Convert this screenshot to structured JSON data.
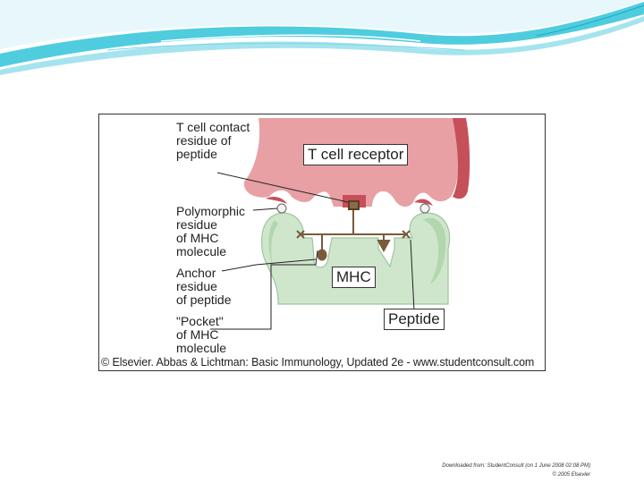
{
  "figure": {
    "labels": {
      "tcell_contact": "T cell contact\nresidue of\npeptide",
      "polymorphic": "Polymorphic\nresidue\nof MHC\nmolecule",
      "anchor": "Anchor\nresidue\nof peptide",
      "pocket": "\"Pocket\"\nof MHC\nmolecule"
    },
    "boxes": {
      "tcr": "T cell receptor",
      "mhc": "MHC",
      "peptide": "Peptide"
    },
    "credit": "© Elsevier. Abbas & Lichtman: Basic Immunology, Updated 2e - www.studentconsult.com"
  },
  "footer": {
    "line1": "Downloaded from: StudentConsult (on 1 June 2008 02:08 PM)",
    "line2": "© 2005 Elsevier"
  },
  "colors": {
    "tcr_fill": "#e8a0a4",
    "tcr_dark": "#c6505a",
    "mhc_fill": "#cfe6cc",
    "mhc_dark": "#9cc79a",
    "peptide": "#7a5a3c"
  }
}
